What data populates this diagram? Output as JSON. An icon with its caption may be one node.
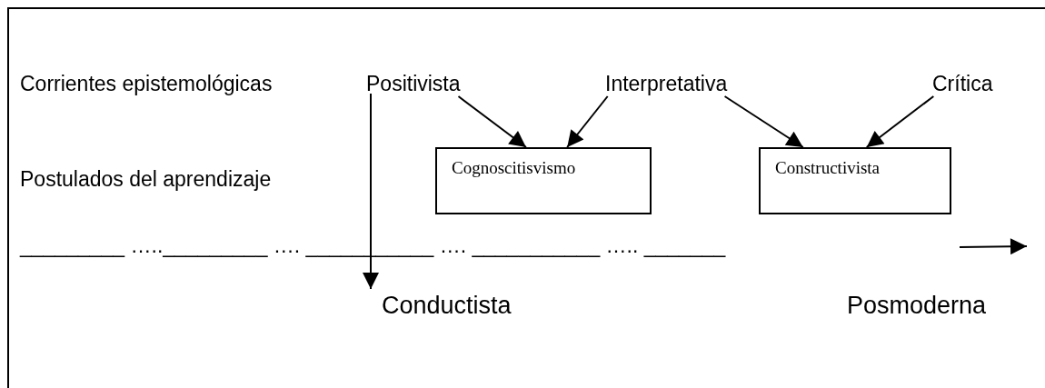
{
  "diagram": {
    "nodes": [
      {
        "text": [
          "Positivista"
        ]
      },
      {
        "text": [
          "Interpretativa"
        ]
      },
      {
        "text": [
          "Crítica"
        ]
      },
      {
        "text": [
          "Cognoscitisvismo"
        ]
      },
      {
        "text": [
          "Constructivista"
        ]
      },
      {
        "text": [
          "Conductista"
        ]
      }
    ],
    "edges": [
      {
        "from": 0,
        "to": 3,
        "arrow": "to"
      },
      {
        "from": 1,
        "to": 3,
        "arrow": "to"
      },
      {
        "from": 1,
        "to": 4,
        "arrow": "to"
      },
      {
        "from": 2,
        "to": 4,
        "arrow": "to"
      },
      {
        "from": 0,
        "to": 5,
        "arrow": "to"
      }
    ],
    "labels": [
      "Corrientes epistemológicas",
      "Postulados del aprendizaje",
      "_________ ….._________ …. ___________ …. ___________ ….. _______",
      "Posmoderna"
    ]
  }
}
